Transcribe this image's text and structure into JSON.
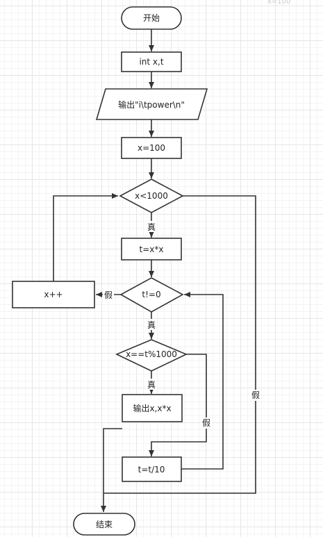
{
  "nodes": {
    "start": "开始",
    "declare": "int x,t",
    "output_header": "输出\"i\\tpower\\n\"",
    "init_x": "x=100",
    "cond_x_lt": "x<1000",
    "calc_t": "t=x*x",
    "cond_t_ne": "t!=0",
    "increment_x": "x++",
    "cond_x_eq": "x==t%1000",
    "output_result": "输出x,x*x",
    "divide_t": "t=t/10",
    "end": "结束"
  },
  "edge_labels": {
    "true_1": "真",
    "true_2": "真",
    "true_3": "真",
    "false_1": "假",
    "false_2": "假",
    "false_3": "假"
  },
  "corner_text": "x=100"
}
